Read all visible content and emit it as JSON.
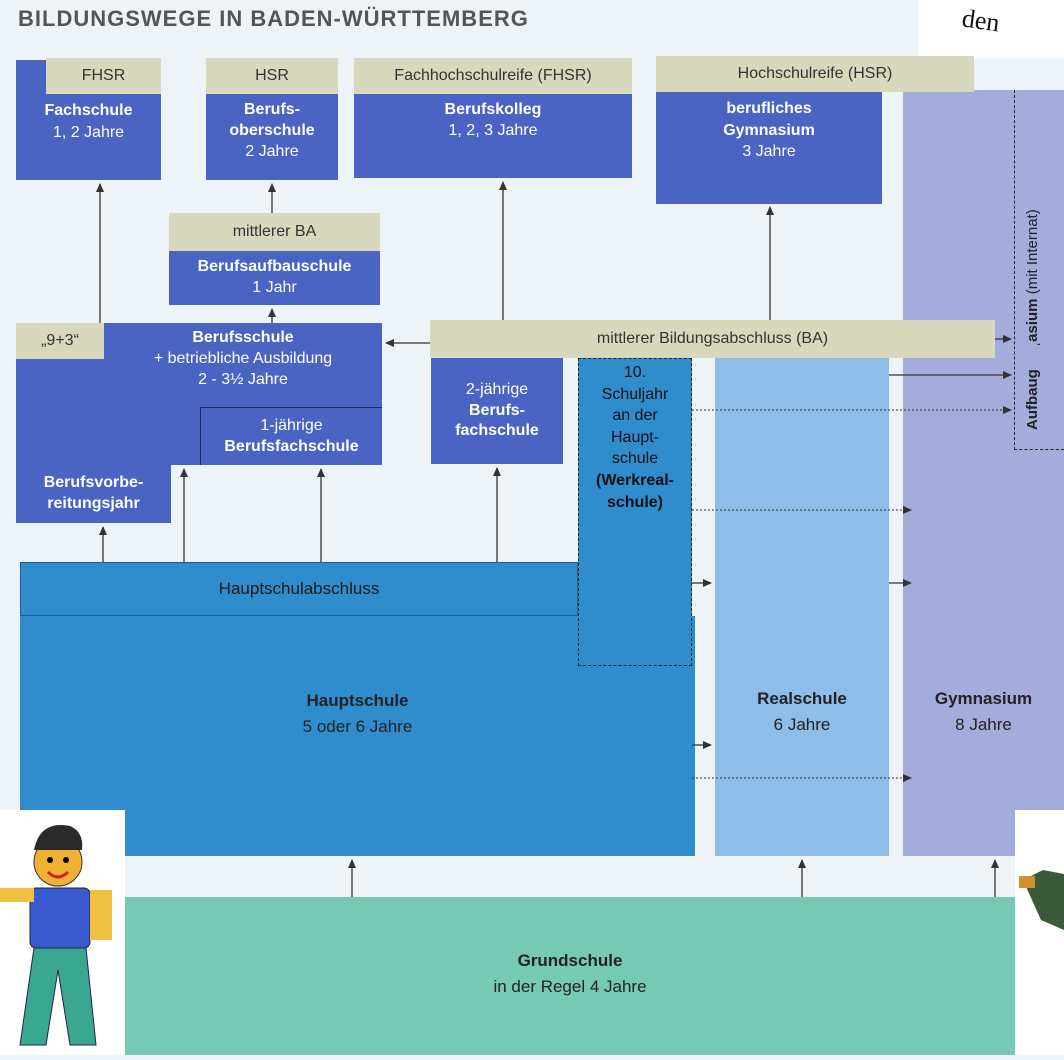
{
  "title": "BILDUNGSWEGE IN BADEN-WÜRTTEMBERG",
  "corner_text": "den",
  "qualifications": {
    "fhsr_short": "FHSR",
    "hsr_short": "HSR",
    "fhsr_long": "Fachhochschulreife (FHSR)",
    "hsr_long": "Hochschulreife (HSR)",
    "mittlerer_ba": "mittlerer BA",
    "mittlerer_bildungsabschluss": "mittlerer Bildungsabschluss (BA)",
    "nine_plus_three": "„9+3“",
    "hauptschulabschluss": "Hauptschulabschluss"
  },
  "schools": {
    "fachschule": {
      "name": "Fachschule",
      "duration": "1, 2 Jahre"
    },
    "berufsoberschule": {
      "name1": "Berufs-",
      "name2": "oberschule",
      "duration": "2 Jahre"
    },
    "berufskolleg": {
      "name": "Berufskolleg",
      "duration": "1, 2, 3 Jahre"
    },
    "berufliches_gymnasium": {
      "name1": "berufliches",
      "name2": "Gymnasium",
      "duration": "3 Jahre"
    },
    "berufsaufbauschule": {
      "name": "Berufsaufbauschule",
      "duration": "1 Jahr"
    },
    "berufsschule": {
      "name": "Berufsschule",
      "line2": "+ betriebliche Ausbildung",
      "duration": "2 - 3½ Jahre"
    },
    "berufsfachschule_1": {
      "line1": "1-jährige",
      "line2": "Berufsfachschule"
    },
    "berufsvorbereitungsjahr": {
      "line1": "Berufsvorbe-",
      "line2": "reitungsjahr"
    },
    "berufsfachschule_2": {
      "line1": "2-jährige",
      "line2": "Berufs-",
      "line3": "fachschule"
    },
    "werkrealschule": {
      "l1": "10.",
      "l2": "Schuljahr",
      "l3": "an der",
      "l4": "Haupt-",
      "l5": "schule",
      "l6": "(Werkreal-",
      "l7": "schule)"
    },
    "hauptschule": {
      "name": "Hauptschule",
      "duration": "5 oder 6 Jahre"
    },
    "realschule": {
      "name": "Realschule",
      "duration": "6 Jahre"
    },
    "gymnasium": {
      "name": "Gymnasium",
      "duration": "8 Jahre"
    },
    "aufbaugymnasium": {
      "bold": "Aufbaug",
      "partial": "ˌasium",
      "suffix": "(mit Internat)"
    },
    "grundschule": {
      "name": "Grundschule",
      "duration": "in der Regel 4 Jahre"
    }
  },
  "colors": {
    "dark_blue": "#4a64c4",
    "beige": "#d8d8bc",
    "hauptschule_blue": "#2f8ccd",
    "realschule_blue": "#8ebde8",
    "gymnasium_lavender": "#a4acdc",
    "grundschule_green": "#76c9b2"
  }
}
